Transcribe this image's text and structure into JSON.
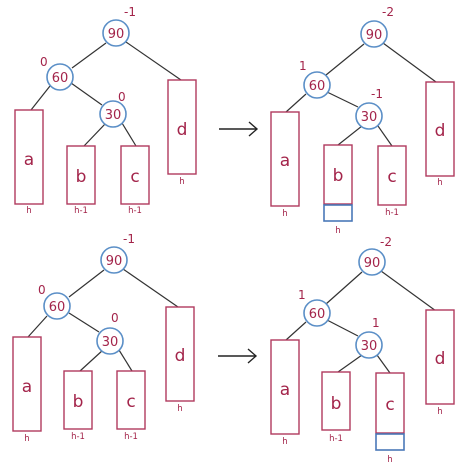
{
  "panels": [
    {
      "id": "top-left",
      "nodes": [
        {
          "value": "90",
          "balance": "-1"
        },
        {
          "value": "60",
          "balance": "0"
        },
        {
          "value": "30",
          "balance": "0"
        }
      ],
      "subtrees": [
        {
          "label": "a",
          "height": "h"
        },
        {
          "label": "b",
          "height": "h-1"
        },
        {
          "label": "c",
          "height": "h-1"
        },
        {
          "label": "d",
          "height": "h"
        }
      ]
    },
    {
      "id": "top-right",
      "nodes": [
        {
          "value": "90",
          "balance": "-2"
        },
        {
          "value": "60",
          "balance": "1"
        },
        {
          "value": "30",
          "balance": "-1"
        }
      ],
      "subtrees": [
        {
          "label": "a",
          "height": "h"
        },
        {
          "label": "b",
          "height": "h"
        },
        {
          "label": "c",
          "height": "h-1"
        },
        {
          "label": "d",
          "height": "h"
        }
      ]
    },
    {
      "id": "bottom-left",
      "nodes": [
        {
          "value": "90",
          "balance": "-1"
        },
        {
          "value": "60",
          "balance": "0"
        },
        {
          "value": "30",
          "balance": "0"
        }
      ],
      "subtrees": [
        {
          "label": "a",
          "height": "h"
        },
        {
          "label": "b",
          "height": "h-1"
        },
        {
          "label": "c",
          "height": "h-1"
        },
        {
          "label": "d",
          "height": "h"
        }
      ]
    },
    {
      "id": "bottom-right",
      "nodes": [
        {
          "value": "90",
          "balance": "-2"
        },
        {
          "value": "60",
          "balance": "1"
        },
        {
          "value": "30",
          "balance": "1"
        }
      ],
      "subtrees": [
        {
          "label": "a",
          "height": "h"
        },
        {
          "label": "b",
          "height": "h-1"
        },
        {
          "label": "c",
          "height": "h"
        },
        {
          "label": "d",
          "height": "h"
        }
      ]
    }
  ],
  "colors": {
    "node_stroke": "#5b8fc7",
    "text": "#a3244a",
    "subtree_stroke": "#b03a5e",
    "inserted_box_stroke": "#4a78b8"
  }
}
